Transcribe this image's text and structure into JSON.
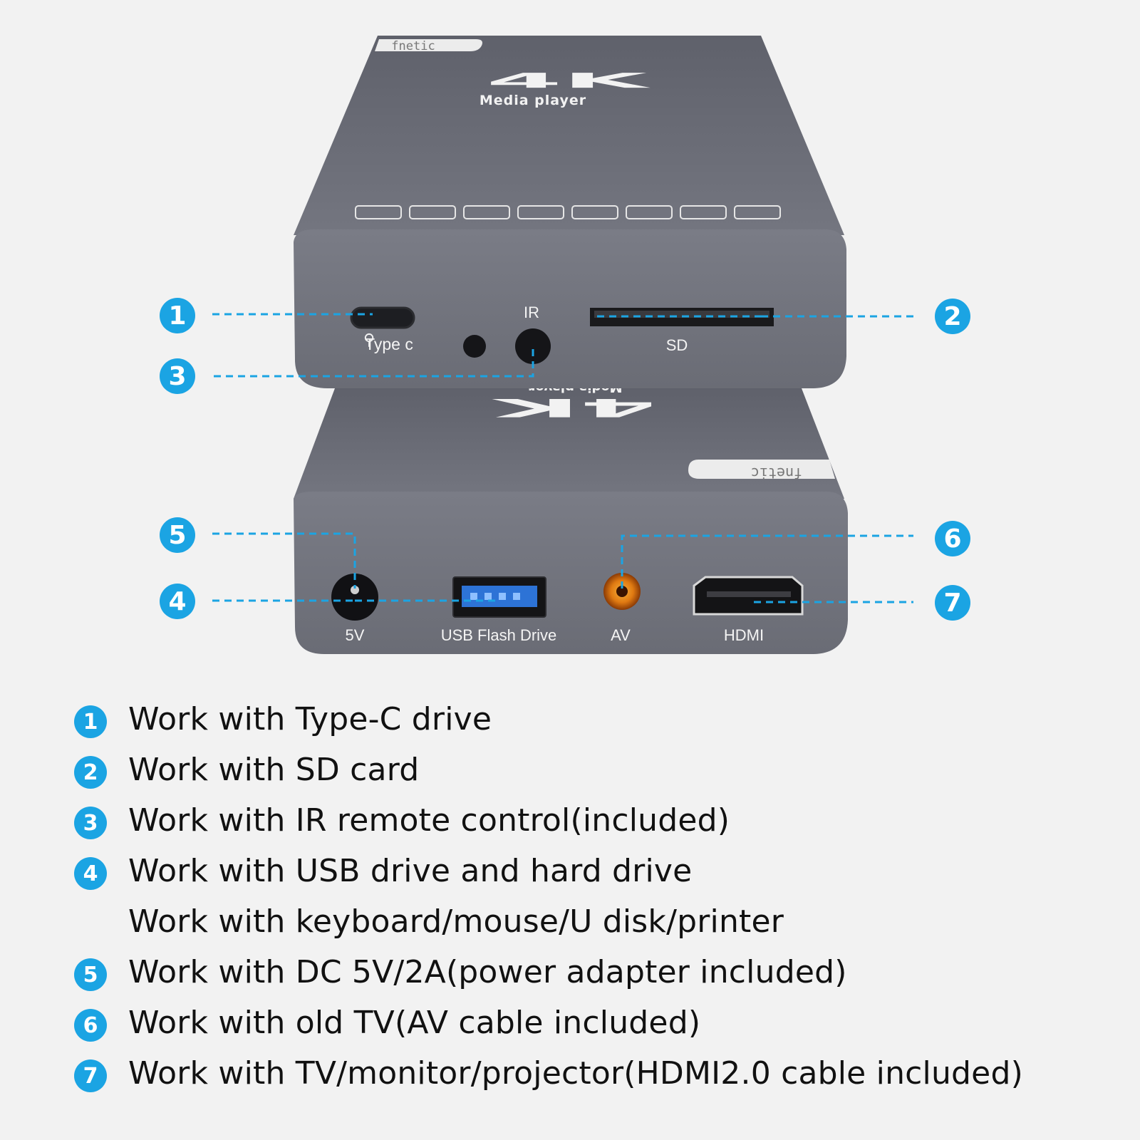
{
  "device": {
    "brand": "fnetic",
    "logo_big": "4K",
    "logo_sub": "Media player",
    "top_ports": {
      "type_c": "Type c",
      "ir": "IR",
      "sd": "SD"
    },
    "bottom_ports": {
      "power": "5V",
      "usb": "USB Flash Drive",
      "av": "AV",
      "hdmi": "HDMI"
    }
  },
  "callouts": [
    "1",
    "2",
    "3",
    "4",
    "5",
    "6",
    "7"
  ],
  "features": [
    {
      "num": "1",
      "text": "Work with Type-C drive"
    },
    {
      "num": "2",
      "text": "Work with SD card"
    },
    {
      "num": "3",
      "text": "Work with IR remote control(included)"
    },
    {
      "num": "4",
      "text": "Work with USB drive and hard drive"
    },
    {
      "num": "",
      "text": "Work with keyboard/mouse/U disk/printer"
    },
    {
      "num": "5",
      "text": "Work with DC 5V/2A(power adapter included)"
    },
    {
      "num": "6",
      "text": "Work with old TV(AV cable included)"
    },
    {
      "num": "7",
      "text": "Work with TV/monitor/projector(HDMI2.0 cable included)"
    }
  ],
  "colors": {
    "accent": "#1ba4e3",
    "device": "#6e7079",
    "background": "#f2f2f2"
  }
}
